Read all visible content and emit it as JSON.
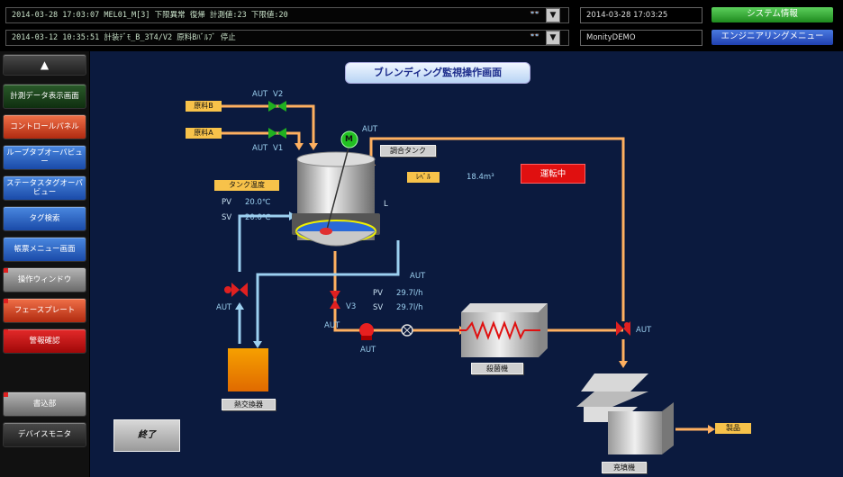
{
  "alarms": [
    {
      "text": "2014-03-28 17:03:07 MEL01_M[3] 下限異常 復帰 計測値:23 下限値:20"
    },
    {
      "text": "2014-03-12 10:35:51 計装ﾃﾞﾓ_B_3T4/V2 原料Bﾊﾞﾙﾌﾞ 停止"
    }
  ],
  "dropdown_glyph": "▼",
  "eye_glyph": "👓",
  "datetime": "2014-03-28 17:03:25",
  "user": "MonityDEMO",
  "buttons": {
    "system_info": "システム情報",
    "engineering_menu": "エンジニアリングメニュー"
  },
  "sidebar": {
    "up": "▲",
    "items": [
      "計測データ表示画面",
      "コントロールパネル",
      "ループタブオーバビュー",
      "ステータスタグオーバビュー",
      "タグ検索",
      "帳票メニュー画面",
      "操作ウィンドウ",
      "フェースプレート",
      "警報確認"
    ],
    "bottom": [
      "書込部",
      "デバイスモニタ"
    ]
  },
  "main": {
    "title": "ブレンディング監視操作画面",
    "raw_b": "原料B",
    "raw_a": "原料A",
    "aut": "AUT",
    "v1": "V1",
    "v2": "V2",
    "v3": "V3",
    "motor": "M",
    "tank_label": "調合タンク",
    "level_label": "ﾚﾍﾞﾙ",
    "level_value": "18.4m³",
    "status": "運転中",
    "temp_label": "タンク温度",
    "pv": "PV",
    "sv": "SV",
    "pv_temp": "20.0℃",
    "sv_temp": "20.0℃",
    "l": "L",
    "pv_flow": "29.7l/h",
    "sv_flow": "29.7l/h",
    "heat_exchanger": "熱交換器",
    "sterilizer": "殺菌機",
    "filler": "充填機",
    "product": "製品",
    "exit": "終了"
  },
  "colors": {
    "pipe": "#ffb060",
    "pipe_cool": "#9cd0f0",
    "background": "#0b1a3e",
    "running": "#e01010",
    "valve_green": "#20a020",
    "valve_red": "#e02020"
  }
}
